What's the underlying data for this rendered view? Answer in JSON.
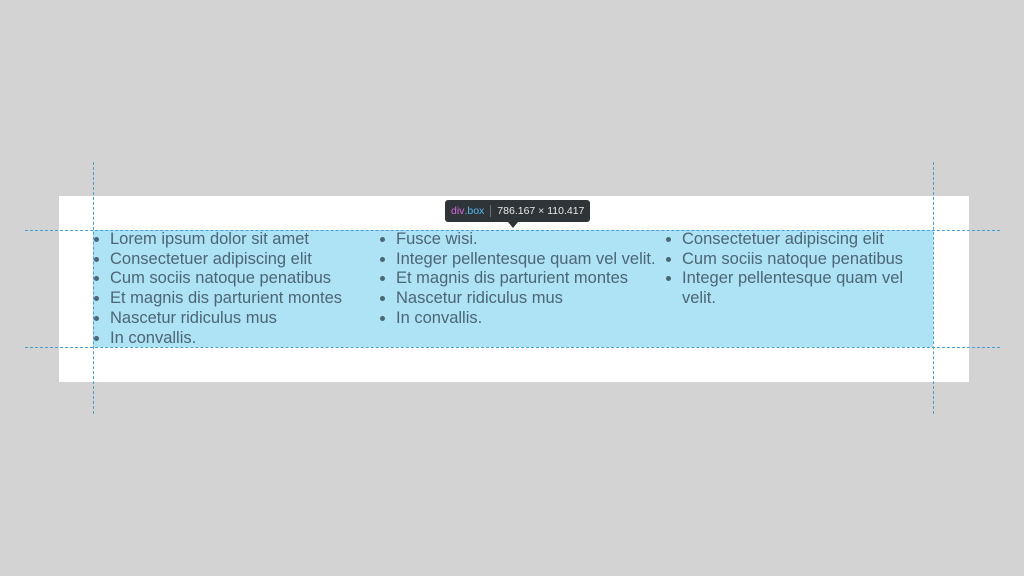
{
  "tooltip": {
    "tag": "div",
    "class": ".box",
    "dimensions": "786.167 × 110.417"
  },
  "columns": [
    {
      "items": [
        "Lorem ipsum dolor sit amet",
        "Consectetuer adipiscing elit",
        "Cum sociis natoque penatibus",
        "Et magnis dis parturient montes",
        "Nascetur ridiculus mus",
        "In convallis."
      ]
    },
    {
      "items": [
        "Fusce wisi.",
        "Integer pellentesque quam vel velit.",
        "Et magnis dis parturient montes",
        "Nascetur ridiculus mus",
        "In convallis."
      ]
    },
    {
      "items": [
        "Consectetuer adipiscing elit",
        "Cum sociis natoque penatibus",
        "Integer pellentesque quam vel velit."
      ]
    }
  ]
}
